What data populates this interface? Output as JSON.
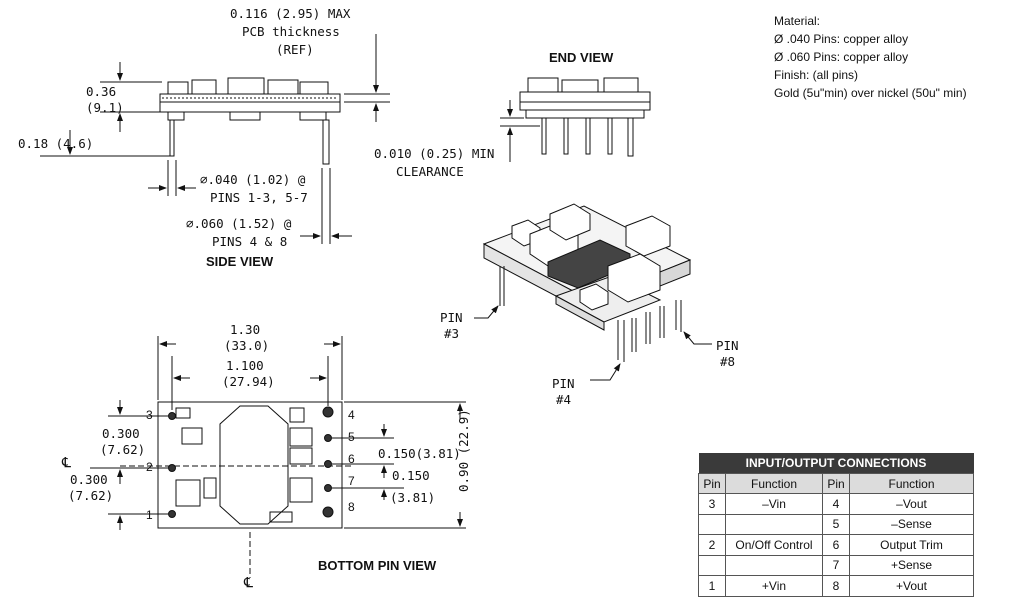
{
  "material": {
    "title": "Material:",
    "line1": "Ø .040 Pins: copper alloy",
    "line2": "Ø .060 Pins: copper alloy",
    "line3": "Finish: (all pins)",
    "line4": "Gold (5u\"min) over nickel (50u\" min)"
  },
  "side_view": {
    "title": "SIDE VIEW",
    "thickness_line1": "0.116 (2.95) MAX",
    "thickness_line2": "PCB thickness",
    "thickness_line3": "(REF)",
    "height_in": "0.36",
    "height_mm": "(9.1)",
    "pin_len": "0.18 (4.6)",
    "pin_small_line1": "∅.040 (1.02) @",
    "pin_small_line2": "PINS 1-3, 5-7",
    "pin_large_line1": "∅.060 (1.52) @",
    "pin_large_line2": "PINS 4 & 8"
  },
  "end_view": {
    "title": "END VIEW",
    "clearance_line1": "0.010 (0.25) MIN",
    "clearance_line2": "CLEARANCE"
  },
  "iso_view": {
    "pin3_line1": "PIN",
    "pin3_line2": "#3",
    "pin4_line1": "PIN",
    "pin4_line2": "#4",
    "pin8_line1": "PIN",
    "pin8_line2": "#8"
  },
  "bottom_view": {
    "title": "BOTTOM PIN VIEW",
    "width_in": "1.30",
    "width_mm": "(33.0)",
    "span_in": "1.100",
    "span_mm": "(27.94)",
    "height_label": "0.90 (22.9)",
    "left_pitch1_in": "0.300",
    "left_pitch1_mm": "(7.62)",
    "left_pitch2_in": "0.300",
    "left_pitch2_mm": "(7.62)",
    "right_pitch1": "0.150(3.81)",
    "right_pitch2_in": "0.150",
    "right_pitch2_mm": "(3.81)",
    "centerline_symbol": "℄",
    "pin_numbers_left": [
      "3",
      "2",
      "1"
    ],
    "pin_numbers_right": [
      "4",
      "5",
      "6",
      "7",
      "8"
    ]
  },
  "table": {
    "title": "INPUT/OUTPUT CONNECTIONS",
    "headers": [
      "Pin",
      "Function",
      "Pin",
      "Function"
    ],
    "rows": [
      [
        "3",
        "–Vin",
        "4",
        "–Vout"
      ],
      [
        "",
        "",
        "5",
        "–Sense"
      ],
      [
        "2",
        "On/Off Control",
        "6",
        "Output Trim"
      ],
      [
        "",
        "",
        "7",
        "+Sense"
      ],
      [
        "1",
        "+Vin",
        "8",
        "+Vout"
      ]
    ]
  }
}
